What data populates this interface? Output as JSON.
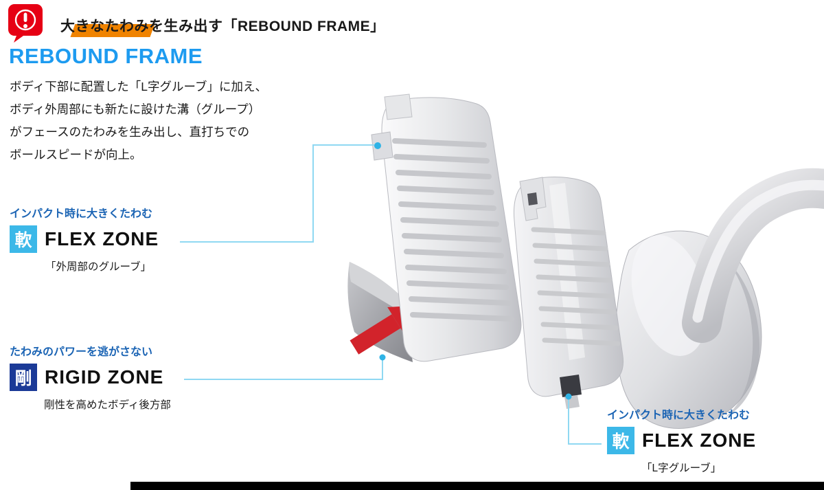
{
  "header": {
    "title_pre": "大",
    "title_mark": "きなたわみ",
    "title_post": "を生み出す「REBOUND FRAME」",
    "alert_icon": "exclamation-speech-bubble"
  },
  "section": {
    "heading": "REBOUND FRAME",
    "paragraph_lines": [
      "ボディ下部に配置した「L字グルーブ」に加え、",
      "ボディ外周部にも新たに設けた溝（グループ）",
      "がフェースのたわみを生み出し、直打ちでの",
      "ボールスピードが向上。"
    ]
  },
  "labels": {
    "flex_outer": {
      "lead": "インパクト時に大きくたわむ",
      "badge": "軟",
      "title": "FLEX ZONE",
      "caption": "「外周部のグルーブ」"
    },
    "rigid": {
      "lead": "たわみのパワーを逃がさない",
      "badge": "剛",
      "title": "RIGID ZONE",
      "caption": "剛性を高めたボディ後方部"
    },
    "flex_l": {
      "lead": "インパクト時に大きくたわむ",
      "badge": "軟",
      "title": "FLEX ZONE",
      "caption": "「L字グルーブ」"
    }
  },
  "colors": {
    "flex_badge": "#3cb8e8",
    "rigid_badge": "#1b3a97",
    "heading_blue": "#1d9bf0",
    "lead_blue": "#1b64b4",
    "connector_blue": "#8fd8f2",
    "highlight_orange": "#f08300",
    "alert_red": "#e60014",
    "arrow_red": "#d2232b"
  }
}
